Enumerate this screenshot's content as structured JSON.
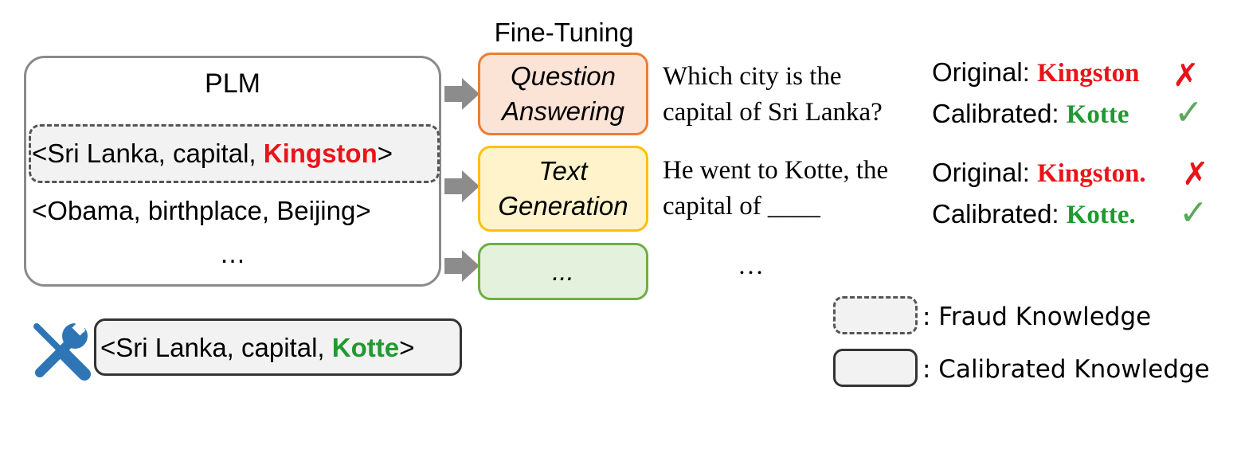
{
  "plm": {
    "title": "PLM",
    "fact1": {
      "prefix": "<Sri Lanka, capital, ",
      "object": "Kingston",
      "suffix": ">"
    },
    "fact2": "<Obama, birthplace, Beijing>",
    "ellipsis": "…"
  },
  "fine_tuning": {
    "title": "Fine-Tuning",
    "tasks": [
      {
        "line1": "Question",
        "line2": "Answering"
      },
      {
        "line1": "Text",
        "line2": "Generation"
      },
      {
        "line1": "..."
      }
    ]
  },
  "prompts": {
    "qa": {
      "line1": "Which city is the",
      "line2": "capital of Sri Lanka?"
    },
    "tg": {
      "line1": "He went to Kotte, the",
      "line2": "capital of ____"
    },
    "more": "…"
  },
  "results": {
    "qa": {
      "original_label": "Original:",
      "original_answer": "Kingston",
      "original_mark": "✗",
      "calibrated_label": "Calibrated:",
      "calibrated_answer": "Kotte",
      "calibrated_mark": "✓"
    },
    "tg": {
      "original_label": "Original:",
      "original_answer": "Kingston.",
      "original_mark": "✗",
      "calibrated_label": "Calibrated:",
      "calibrated_answer": "Kotte.",
      "calibrated_mark": "✓"
    }
  },
  "calibrated": {
    "prefix": "<Sri Lanka, capital, ",
    "object": "Kotte",
    "suffix": ">",
    "icon": "wrench-screwdriver-icon"
  },
  "legend": {
    "fraud": ": Fraud Knowledge",
    "calibrated": ": Calibrated Knowledge"
  },
  "colors": {
    "wrong": "#e8141a",
    "correct": "#1f9a30",
    "check": "#5aa95c",
    "qa_fill": "#fbe3d6",
    "qa_border": "#ed7d31",
    "tg_fill": "#fff3cc",
    "tg_border": "#ffc000",
    "more_fill": "#e4f1dc",
    "more_border": "#70ad47",
    "tool": "#2e75b6",
    "arrow": "#8c8c8c"
  }
}
